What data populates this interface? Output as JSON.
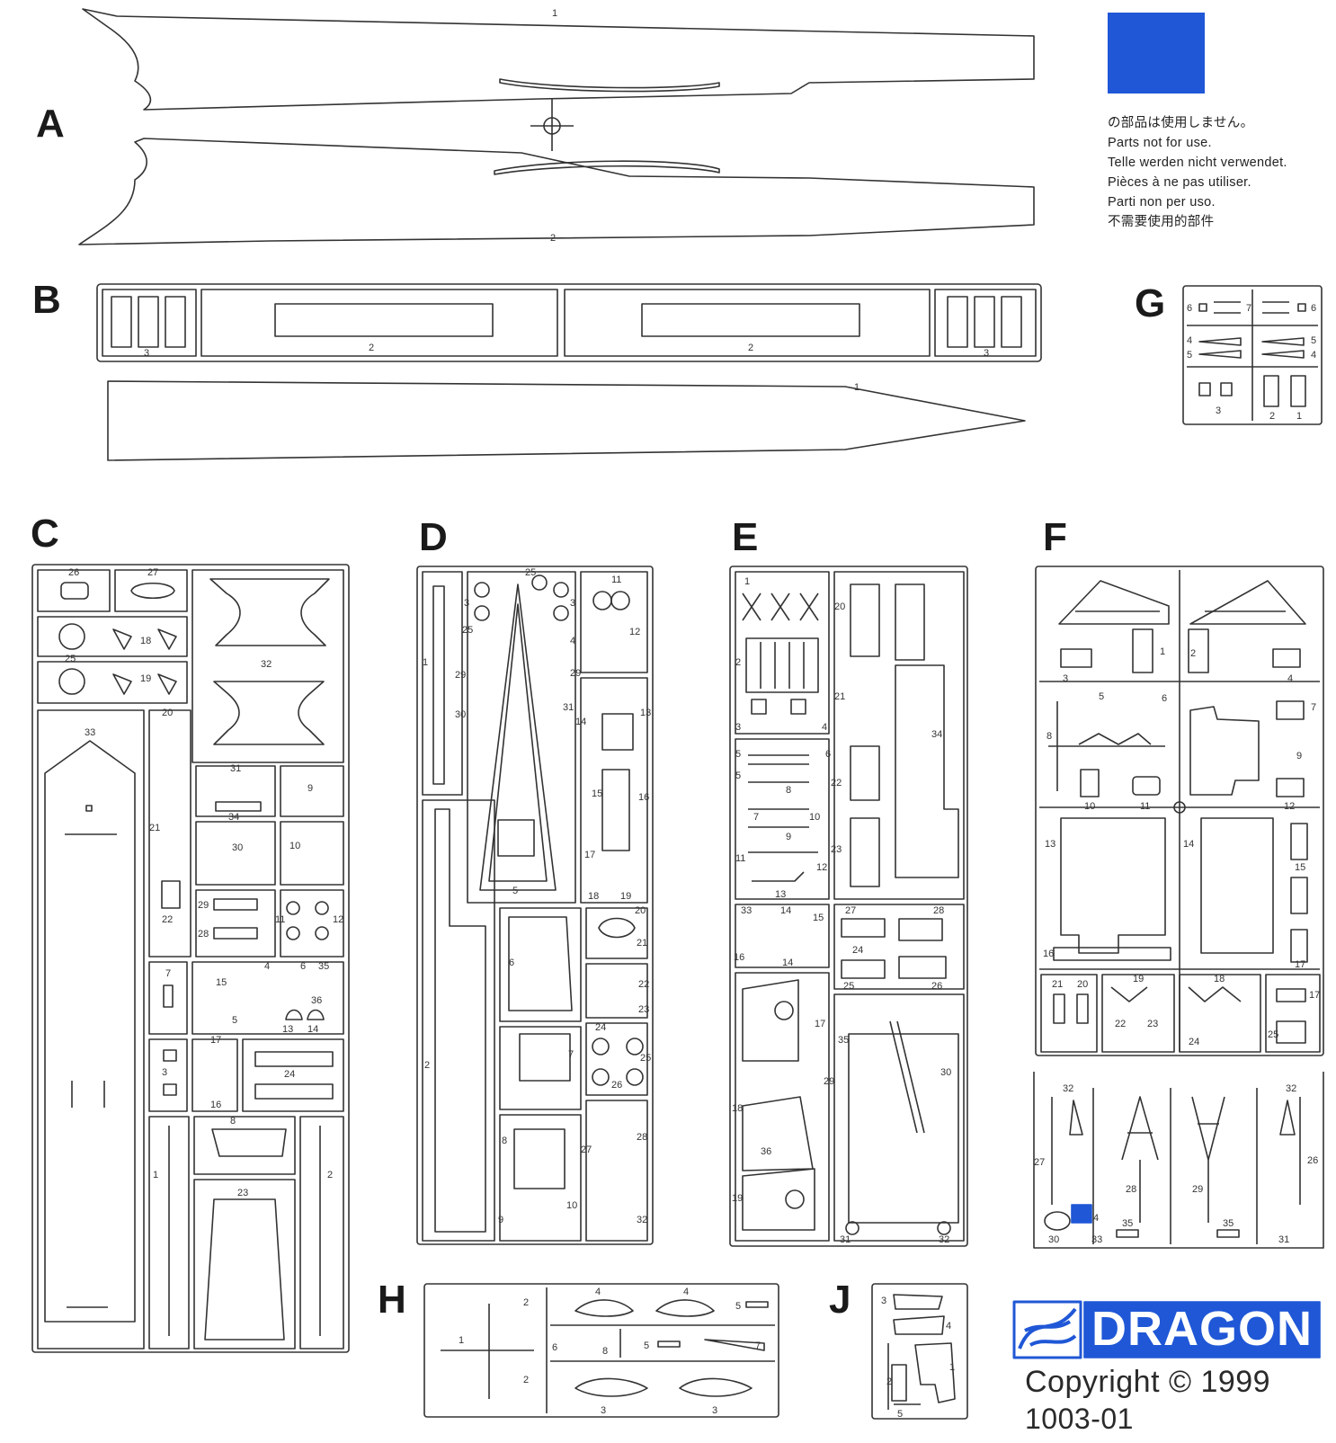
{
  "sprue_letters": {
    "a": "A",
    "b": "B",
    "c": "C",
    "d": "D",
    "e": "E",
    "f": "F",
    "g": "G",
    "h": "H",
    "j": "J"
  },
  "legend": {
    "swatch_color": "#1f57d6",
    "lines": [
      "の部品は使用しません。",
      "Parts not for use.",
      "Telle werden nicht verwendet.",
      "Pièces à ne pas utiliser.",
      "Parti non per uso.",
      "不需要使用的部件"
    ]
  },
  "brand": {
    "name": "DRAGON",
    "color": "#1f57d6",
    "copyright": "Copyright © 1999",
    "code": "1003-01"
  },
  "part_numbers": {
    "a": [
      "1",
      "2"
    ],
    "b": [
      "3",
      "2",
      "2",
      "3",
      "1"
    ],
    "g": [
      "6",
      "7",
      "6",
      "4",
      "5",
      "5",
      "4",
      "3",
      "2",
      "1"
    ],
    "c": [
      "26",
      "27",
      "18",
      "25",
      "19",
      "32",
      "33",
      "20",
      "31",
      "9",
      "34",
      "21",
      "30",
      "10",
      "22",
      "29",
      "28",
      "11",
      "12",
      "7",
      "4",
      "6",
      "35",
      "15",
      "36",
      "5",
      "13",
      "14",
      "17",
      "3",
      "24",
      "16",
      "8",
      "1",
      "23",
      "2"
    ],
    "d": [
      "25",
      "11",
      "3",
      "3",
      "12",
      "25",
      "4",
      "1",
      "29",
      "29",
      "30",
      "31",
      "14",
      "13",
      "15",
      "16",
      "17",
      "18",
      "19",
      "5",
      "20",
      "6",
      "21",
      "22",
      "23",
      "24",
      "7",
      "25",
      "26",
      "2",
      "8",
      "27",
      "28",
      "9",
      "10",
      "32"
    ],
    "e": [
      "1",
      "20",
      "2",
      "21",
      "34",
      "3",
      "4",
      "5",
      "6",
      "5",
      "8",
      "22",
      "7",
      "10",
      "9",
      "11",
      "23",
      "12",
      "13",
      "33",
      "14",
      "15",
      "27",
      "28",
      "16",
      "14",
      "24",
      "25",
      "26",
      "17",
      "35",
      "29",
      "30",
      "18",
      "36",
      "19",
      "31",
      "32"
    ],
    "f": [
      "1",
      "2",
      "3",
      "4",
      "5",
      "6",
      "7",
      "8",
      "9",
      "10",
      "11",
      "12",
      "13",
      "14",
      "15",
      "16",
      "17",
      "21",
      "20",
      "19",
      "18",
      "17",
      "22",
      "23",
      "24",
      "25",
      "32",
      "32",
      "27",
      "26",
      "28",
      "29",
      "4",
      "35",
      "35",
      "30",
      "33",
      "31"
    ],
    "h": [
      "4",
      "4",
      "5",
      "2",
      "1",
      "6",
      "5",
      "7",
      "2",
      "8",
      "3",
      "3"
    ],
    "j": [
      "3",
      "4",
      "1",
      "2",
      "5"
    ]
  }
}
